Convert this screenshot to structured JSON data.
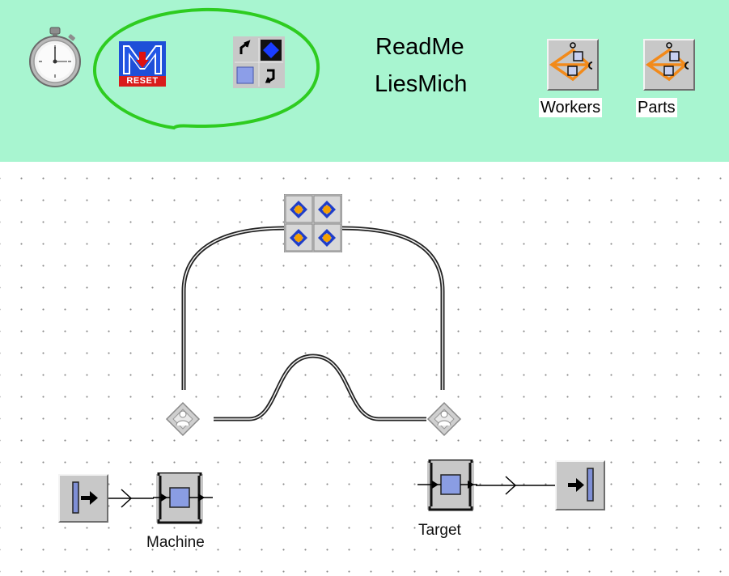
{
  "header": {
    "readme_en": "ReadMe",
    "readme_de": "LiesMich",
    "workers_label": "Workers",
    "parts_label": "Parts",
    "reset_badge": "RESET",
    "colors": {
      "background": "#a8f5d0",
      "annotation_circle": "#2ecc20"
    }
  },
  "icons": {
    "stopwatch": "stopwatch-icon",
    "reset": "reset-icon",
    "switch": "switch-icon",
    "workers": "workers-table-icon",
    "parts": "parts-table-icon",
    "broker": "broker-icon",
    "station": "workstation-icon",
    "source": "source-icon",
    "drain": "drain-icon"
  },
  "canvas": {
    "machine_label": "Machine",
    "target_label": "Target"
  }
}
